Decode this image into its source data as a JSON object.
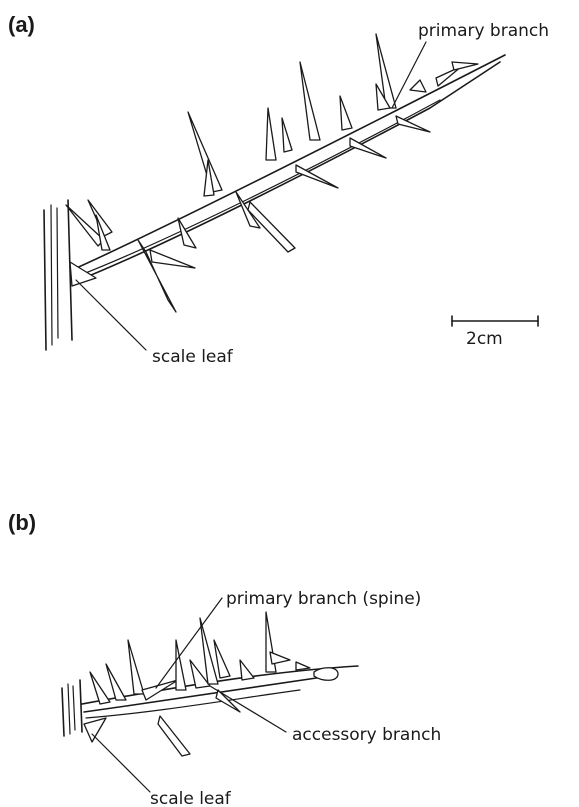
{
  "panel_a": {
    "label": "(a)",
    "callouts": {
      "primary_branch": "primary branch",
      "scale_leaf": "scale leaf"
    },
    "scale_bar": {
      "label": "2cm"
    }
  },
  "panel_b": {
    "label": "(b)",
    "callouts": {
      "primary_branch_spine": "primary branch (spine)",
      "accessory_branch": "accessory branch",
      "scale_leaf": "scale leaf"
    }
  },
  "colors": {
    "ink": "#1a1a1a",
    "paper": "#ffffff"
  }
}
